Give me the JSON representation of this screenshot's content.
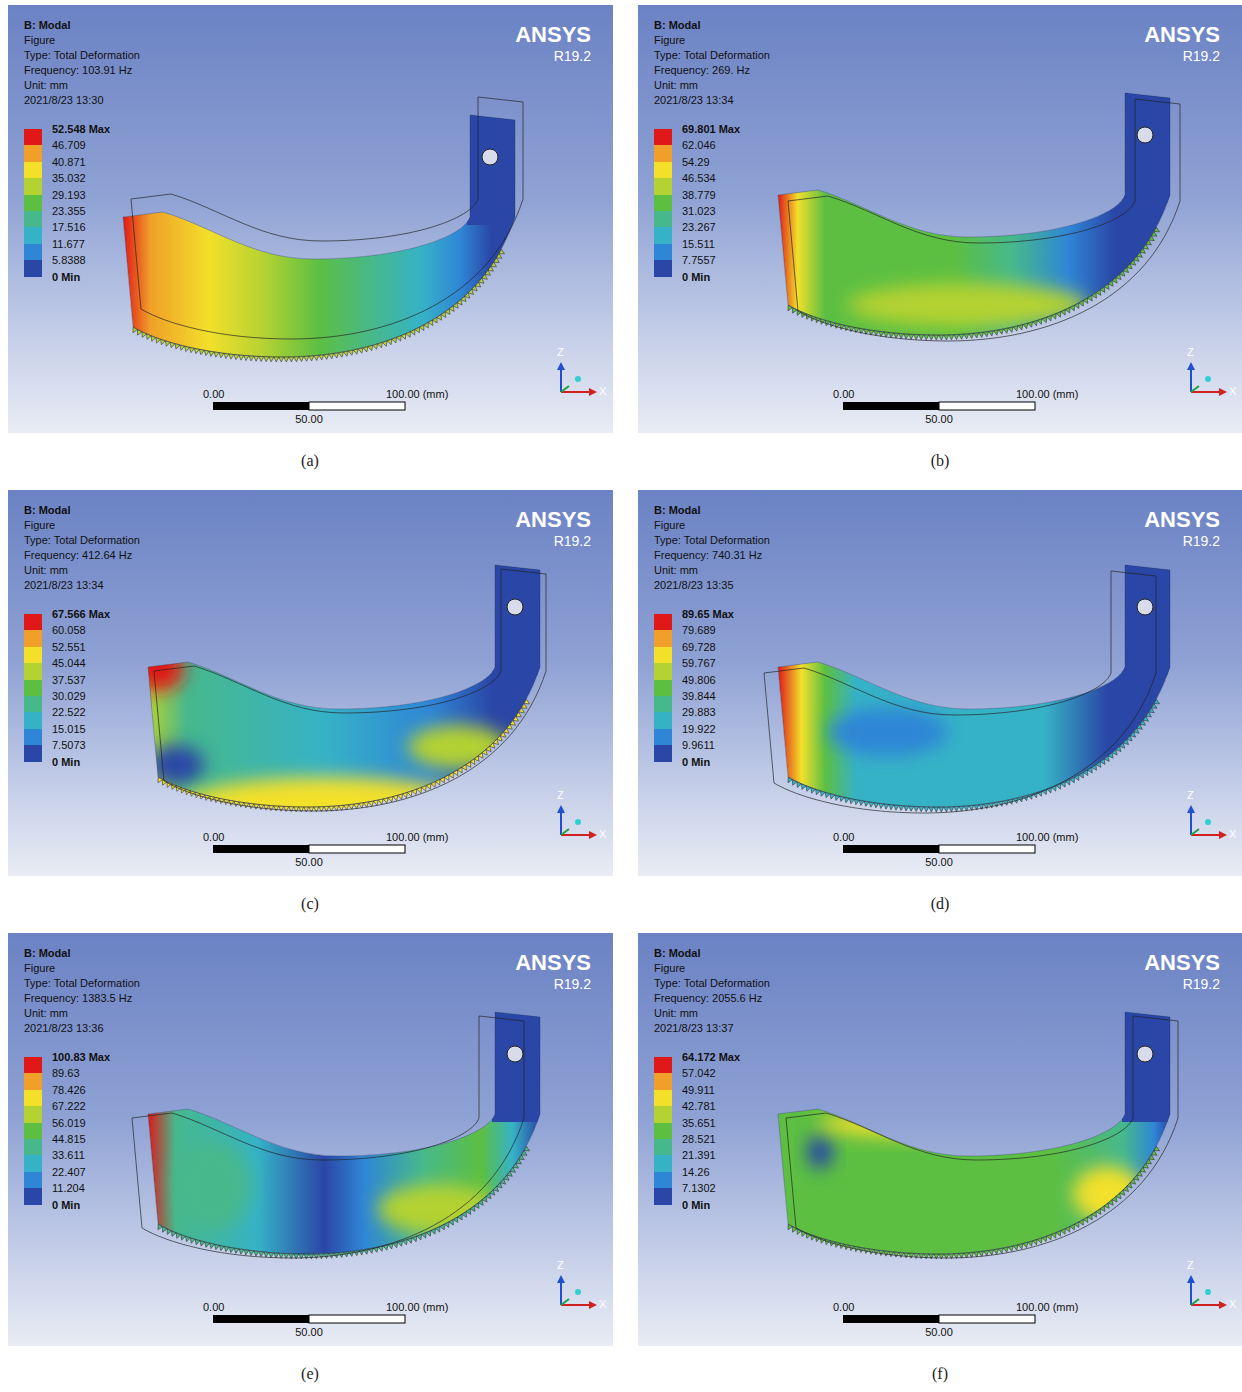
{
  "diagram": {
    "nodes": [
      {
        "text": [
          "B: Modal",
          "Figure",
          "Type: Total Deformation",
          "Frequency: 103.91 Hz",
          "Unit: mm",
          "2021/8/23 13:30",
          "ANSYS",
          "R19.2",
          "0.00",
          "100.00 (mm)",
          "50.00",
          "Z",
          "X",
          "(a)"
        ]
      },
      {
        "text": [
          "B: Modal",
          "Figure",
          "Type: Total Deformation",
          "Frequency: 269. Hz",
          "Unit: mm",
          "2021/8/23 13:34",
          "ANSYS",
          "R19.2",
          "0.00",
          "100.00 (mm)",
          "50.00",
          "Z",
          "X",
          "(b)"
        ]
      },
      {
        "text": [
          "B: Modal",
          "Figure",
          "Type: Total Deformation",
          "Frequency: 412.64 Hz",
          "Unit: mm",
          "2021/8/23 13:34",
          "ANSYS",
          "R19.2",
          "0.00",
          "100.00 (mm)",
          "50.00",
          "Z",
          "X",
          "(c)"
        ]
      },
      {
        "text": [
          "B: Modal",
          "Figure",
          "Type: Total Deformation",
          "Frequency: 740.31 Hz",
          "Unit: mm",
          "2021/8/23 13:35",
          "ANSYS",
          "R19.2",
          "0.00",
          "100.00 (mm)",
          "50.00",
          "Z",
          "X",
          "(d)"
        ]
      },
      {
        "text": [
          "B: Modal",
          "Figure",
          "Type: Total Deformation",
          "Frequency: 1383.5 Hz",
          "Unit: mm",
          "2021/8/23 13:36",
          "ANSYS",
          "R19.2",
          "0.00",
          "100.00 (mm)",
          "50.00",
          "Z",
          "X",
          "(e)"
        ]
      },
      {
        "text": [
          "B: Modal",
          "Figure",
          "Type: Total Deformation",
          "Frequency: 2055.6 Hz",
          "Unit: mm",
          "2021/8/23 13:37",
          "ANSYS",
          "R19.2",
          "0.00",
          "100.00 (mm)",
          "50.00",
          "Z",
          "X",
          "(f)"
        ]
      }
    ],
    "legend": [
      {
        "text": "52.548 Max",
        "color": "#e01818"
      },
      {
        "text": "46.709",
        "color": "#f0a028"
      },
      {
        "text": "40.871",
        "color": "#f2e02a"
      },
      {
        "text": "35.032",
        "color": "#b4d232"
      },
      {
        "text": "29.193",
        "color": "#5cbf42"
      },
      {
        "text": "23.355",
        "color": "#46b88c"
      },
      {
        "text": "17.516",
        "color": "#36b2c6"
      },
      {
        "text": "11.677",
        "color": "#2f86d6"
      },
      {
        "text": "5.8388",
        "color": "#2a46a6"
      },
      {
        "text": "0 Min"
      },
      {
        "text": "69.801 Max",
        "color": "#e01818"
      },
      {
        "text": "62.046",
        "color": "#f0a028"
      },
      {
        "text": "54.29",
        "color": "#f2e02a"
      },
      {
        "text": "46.534",
        "color": "#b4d232"
      },
      {
        "text": "38.779",
        "color": "#5cbf42"
      },
      {
        "text": "31.023",
        "color": "#46b88c"
      },
      {
        "text": "23.267",
        "color": "#36b2c6"
      },
      {
        "text": "15.511",
        "color": "#2f86d6"
      },
      {
        "text": "7.7557",
        "color": "#2a46a6"
      },
      {
        "text": "0 Min"
      },
      {
        "text": "67.566 Max",
        "color": "#e01818"
      },
      {
        "text": "60.058",
        "color": "#f0a028"
      },
      {
        "text": "52.551",
        "color": "#f2e02a"
      },
      {
        "text": "45.044",
        "color": "#b4d232"
      },
      {
        "text": "37.537",
        "color": "#5cbf42"
      },
      {
        "text": "30.029",
        "color": "#46b88c"
      },
      {
        "text": "22.522",
        "color": "#36b2c6"
      },
      {
        "text": "15.015",
        "color": "#2f86d6"
      },
      {
        "text": "7.5073",
        "color": "#2a46a6"
      },
      {
        "text": "0 Min"
      },
      {
        "text": "89.65 Max",
        "color": "#e01818"
      },
      {
        "text": "79.689",
        "color": "#f0a028"
      },
      {
        "text": "69.728",
        "color": "#f2e02a"
      },
      {
        "text": "59.767",
        "color": "#b4d232"
      },
      {
        "text": "49.806",
        "color": "#5cbf42"
      },
      {
        "text": "39.844",
        "color": "#46b88c"
      },
      {
        "text": "29.883",
        "color": "#36b2c6"
      },
      {
        "text": "19.922",
        "color": "#2f86d6"
      },
      {
        "text": "9.9611",
        "color": "#2a46a6"
      },
      {
        "text": "0 Min"
      },
      {
        "text": "100.83 Max",
        "color": "#e01818"
      },
      {
        "text": "89.63",
        "color": "#f0a028"
      },
      {
        "text": "78.426",
        "color": "#f2e02a"
      },
      {
        "text": "67.222",
        "color": "#b4d232"
      },
      {
        "text": "56.019",
        "color": "#5cbf42"
      },
      {
        "text": "44.815",
        "color": "#46b88c"
      },
      {
        "text": "33.611",
        "color": "#36b2c6"
      },
      {
        "text": "22.407",
        "color": "#2f86d6"
      },
      {
        "text": "11.204",
        "color": "#2a46a6"
      },
      {
        "text": "0 Min"
      },
      {
        "text": "64.172 Max",
        "color": "#e01818"
      },
      {
        "text": "57.042",
        "color": "#f0a028"
      },
      {
        "text": "49.911",
        "color": "#f2e02a"
      },
      {
        "text": "42.781",
        "color": "#b4d232"
      },
      {
        "text": "35.651",
        "color": "#5cbf42"
      },
      {
        "text": "28.521",
        "color": "#46b88c"
      },
      {
        "text": "21.391",
        "color": "#36b2c6"
      },
      {
        "text": "14.26",
        "color": "#2f86d6"
      },
      {
        "text": "7.1302",
        "color": "#2a46a6"
      },
      {
        "text": "0 Min"
      }
    ]
  }
}
